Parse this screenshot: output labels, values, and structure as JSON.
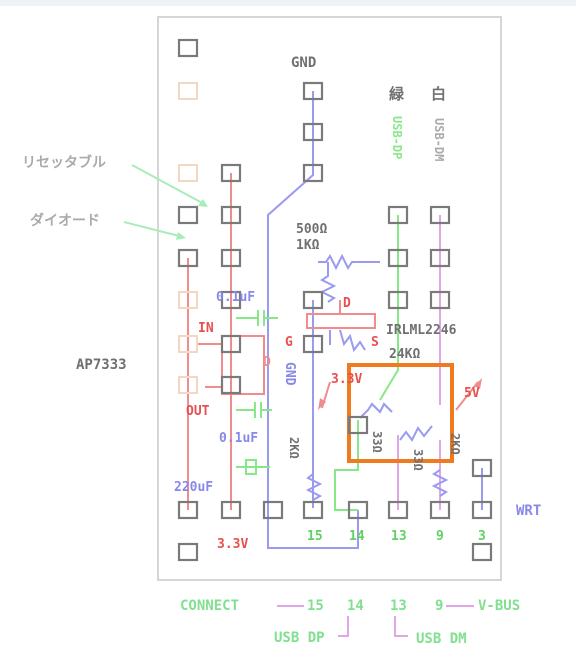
{
  "labels": {
    "resettable": "リセッタブル",
    "diode": "ダイオード",
    "ap7333": "AP7333",
    "gnd_top": "GND",
    "green_jp": "緑",
    "white_jp": "白",
    "usb_dp_vertical": "USB-DP",
    "usb_dm_vertical": "USB-DM",
    "res_500": "500Ω",
    "res_1k": "1KΩ",
    "cap_top": "0.1uF",
    "cap_bottom": "0.1uF",
    "in": "IN",
    "out": "OUT",
    "gnd_vertical": "GND",
    "mosfet_d": "D",
    "mosfet_g": "G",
    "mosfet_s": "S",
    "mosfet_part": "IRLML2246",
    "res_24k": "24KΩ",
    "v33_mid": "3.3V",
    "v5": "5V",
    "res_2k_left": "2KΩ",
    "res_33_a": "33Ω",
    "res_33_b": "33Ω",
    "res_2k_right": "2KΩ",
    "cap_220": "220uF",
    "v33_bottom": "3.3V",
    "pin_15": "15",
    "pin_14": "14",
    "pin_13": "13",
    "pin_9": "9",
    "pin_3": "3",
    "wrt": "WRT"
  },
  "legend": {
    "connect": "CONNECT",
    "pin_15": "15",
    "pin_14": "14",
    "pin_13": "13",
    "pin_9": "9",
    "vbus": "V-BUS",
    "usb_dp": "USB DP",
    "usb_dm": "USB DM"
  },
  "colors": {
    "board_border": "#d6d6d6",
    "pad": "#7a7a7a",
    "red_wire": "#f08c8c",
    "green_wire": "#88e888",
    "purple_wire": "#9a9af0",
    "pink_wire": "#e0a6e8",
    "highlight": "#f07a1e",
    "red_text": "#e85050",
    "green_text": "#60d060",
    "purple_text": "#8888e8",
    "gray_text": "#707070"
  }
}
